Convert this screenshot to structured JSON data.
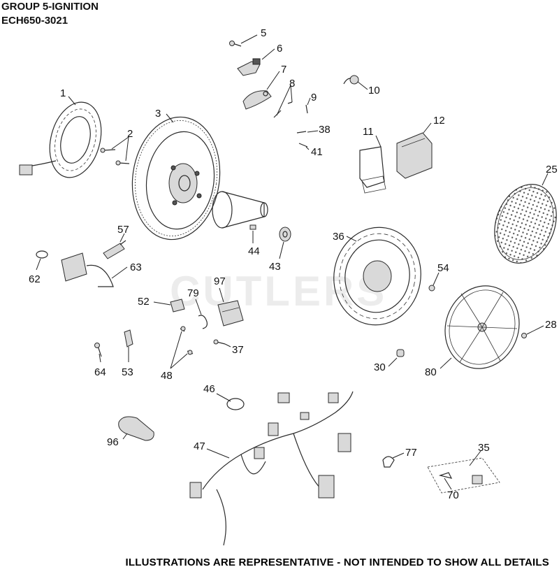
{
  "header": {
    "group": "GROUP 5-IGNITION",
    "model": "ECH650-3021"
  },
  "watermark": "CUTLERS",
  "footer": "ILLUSTRATIONS ARE REPRESENTATIVE - NOT INTENDED TO SHOW ALL DETAILS",
  "callouts": {
    "c1": "1",
    "c2": "2",
    "c3": "3",
    "c5": "5",
    "c6": "6",
    "c7": "7",
    "c8": "8",
    "c9": "9",
    "c10": "10",
    "c11": "11",
    "c12": "12",
    "c25": "25",
    "c28": "28",
    "c30": "30",
    "c35": "35",
    "c36": "36",
    "c37": "37",
    "c38": "38",
    "c41": "41",
    "c43": "43",
    "c44": "44",
    "c46": "46",
    "c47": "47",
    "c48": "48",
    "c52": "52",
    "c53": "53",
    "c54": "54",
    "c57": "57",
    "c62": "62",
    "c63": "63",
    "c64": "64",
    "c70": "70",
    "c77": "77",
    "c79": "79",
    "c80": "80",
    "c96": "96",
    "c97": "97"
  },
  "colors": {
    "line": "#2b2b2b",
    "text": "#111111",
    "background": "#ffffff"
  }
}
